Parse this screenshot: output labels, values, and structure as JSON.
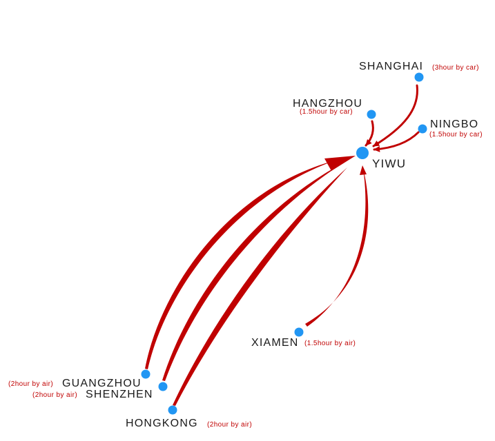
{
  "diagram": {
    "hub": {
      "name": "YIWU"
    },
    "sources": [
      {
        "id": "shanghai",
        "name": "SHANGHAI",
        "travel": "(3hour by car)"
      },
      {
        "id": "hangzhou",
        "name": "HANGZHOU",
        "travel": "(1.5hour by car)"
      },
      {
        "id": "ningbo",
        "name": "NINGBO",
        "travel": "(1.5hour by car)"
      },
      {
        "id": "xiamen",
        "name": "XIAMEN",
        "travel": "(1.5hour by air)"
      },
      {
        "id": "guangzhou",
        "name": "GUANGZHOU",
        "travel": "(2hour by air)"
      },
      {
        "id": "shenzhen",
        "name": "SHENZHEN",
        "travel": "(2hour by air)"
      },
      {
        "id": "hongkong",
        "name": "HONGKONG",
        "travel": "(2hour by air)"
      }
    ],
    "colors": {
      "node": "#2196f3",
      "arrow": "#c00000",
      "city_text": "#1a1a1a",
      "travel_text": "#c00000"
    }
  }
}
